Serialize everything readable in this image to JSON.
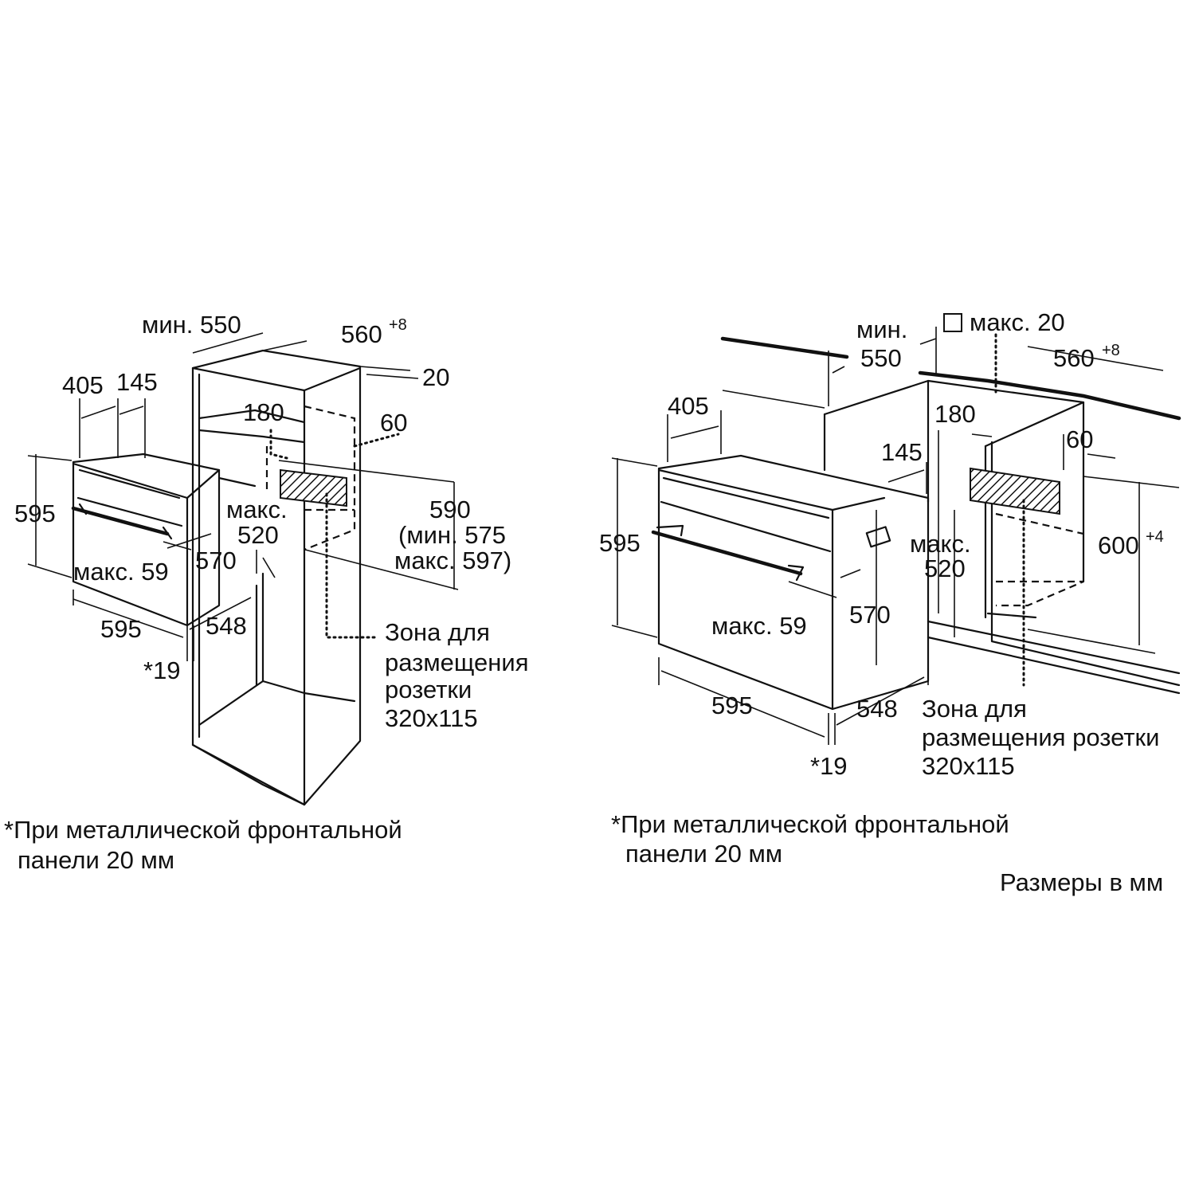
{
  "left": {
    "dims": {
      "min550": "мин. 550",
      "w560": "560",
      "w560_tol": "+8",
      "d20": "20",
      "d405": "405",
      "d145": "145",
      "d180": "180",
      "d60": "60",
      "h595": "595",
      "max_line1": "макс.",
      "max_line2": "520",
      "d570": "570",
      "max59": "макс. 59",
      "h590_l1": "590",
      "h590_l2": "(мин. 575",
      "h590_l3": "макс. 597)",
      "w595": "595",
      "d548": "548",
      "star19": "*19"
    },
    "zone": {
      "l1": "Зона для",
      "l2": "размещения",
      "l3": "розетки",
      "l4": "320x115"
    },
    "footnote": {
      "l1": "*При металлической фронтальной",
      "l2": "панели 20 мм"
    }
  },
  "right": {
    "dims": {
      "min": "мин.",
      "min550": "550",
      "max20": "макс. 20",
      "w560": "560",
      "w560_tol": "+8",
      "d405": "405",
      "d180": "180",
      "d145": "145",
      "d60": "60",
      "h595": "595",
      "max_line1": "макс.",
      "max_line2": "520",
      "h600": "600",
      "h600_tol": "+4",
      "max59": "макс. 59",
      "d570": "570",
      "w595": "595",
      "d548": "548",
      "star19": "*19"
    },
    "zone": {
      "l1": "Зона для",
      "l2": "размещения розетки",
      "l3": "320x115"
    },
    "footnote": {
      "l1": "*При металлической фронтальной",
      "l2": "панели 20 мм"
    },
    "units": "Размеры в мм"
  }
}
